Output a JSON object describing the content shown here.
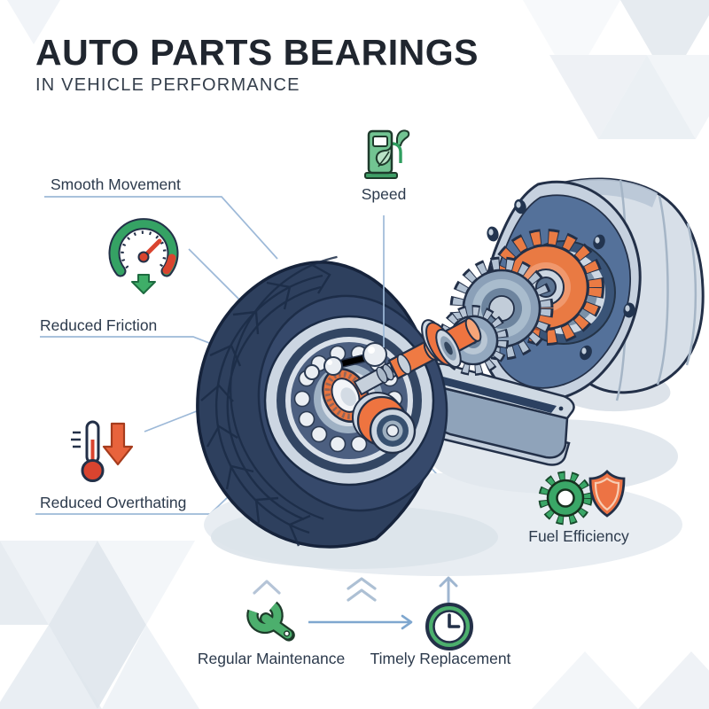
{
  "header": {
    "title": "AUTO PARTS BEARINGS",
    "subtitle": "IN VEHICLE PERFORMANCE"
  },
  "callouts": {
    "smooth_movement": "Smooth Movement",
    "speed": "Speed",
    "reduced_friction": "Reduced Friction",
    "reduced_overheating": "Reduced Overthating",
    "fuel_efficiency": "Fuel Efficiency"
  },
  "footer": {
    "regular_maintenance": "Regular Maintenance",
    "timely_replacement": "Timely Replacement"
  },
  "icons": [
    "speedometer-icon",
    "green-down-arrow-icon",
    "fuel-pump-leaf-icon",
    "thermometer-icon",
    "orange-down-arrow-icon",
    "gear-icon",
    "shield-icon",
    "wrench-icon",
    "clock-icon",
    "up-arrow-icon",
    "chevron-up-icon",
    "double-chevron-up-icon",
    "right-arrow-icon"
  ],
  "colors": {
    "accent_green": "#3fae68",
    "accent_orange": "#ee7440",
    "accent_red": "#d9442f",
    "connector_blue": "#9db9d8",
    "tire_navy": "#2e405e",
    "steel_light": "#ccd6e2",
    "steel_mid": "#7e94ae",
    "outline_ink": "#233048",
    "text_dark": "#2c3a4c",
    "bg_triangle": "#e9edf2"
  }
}
